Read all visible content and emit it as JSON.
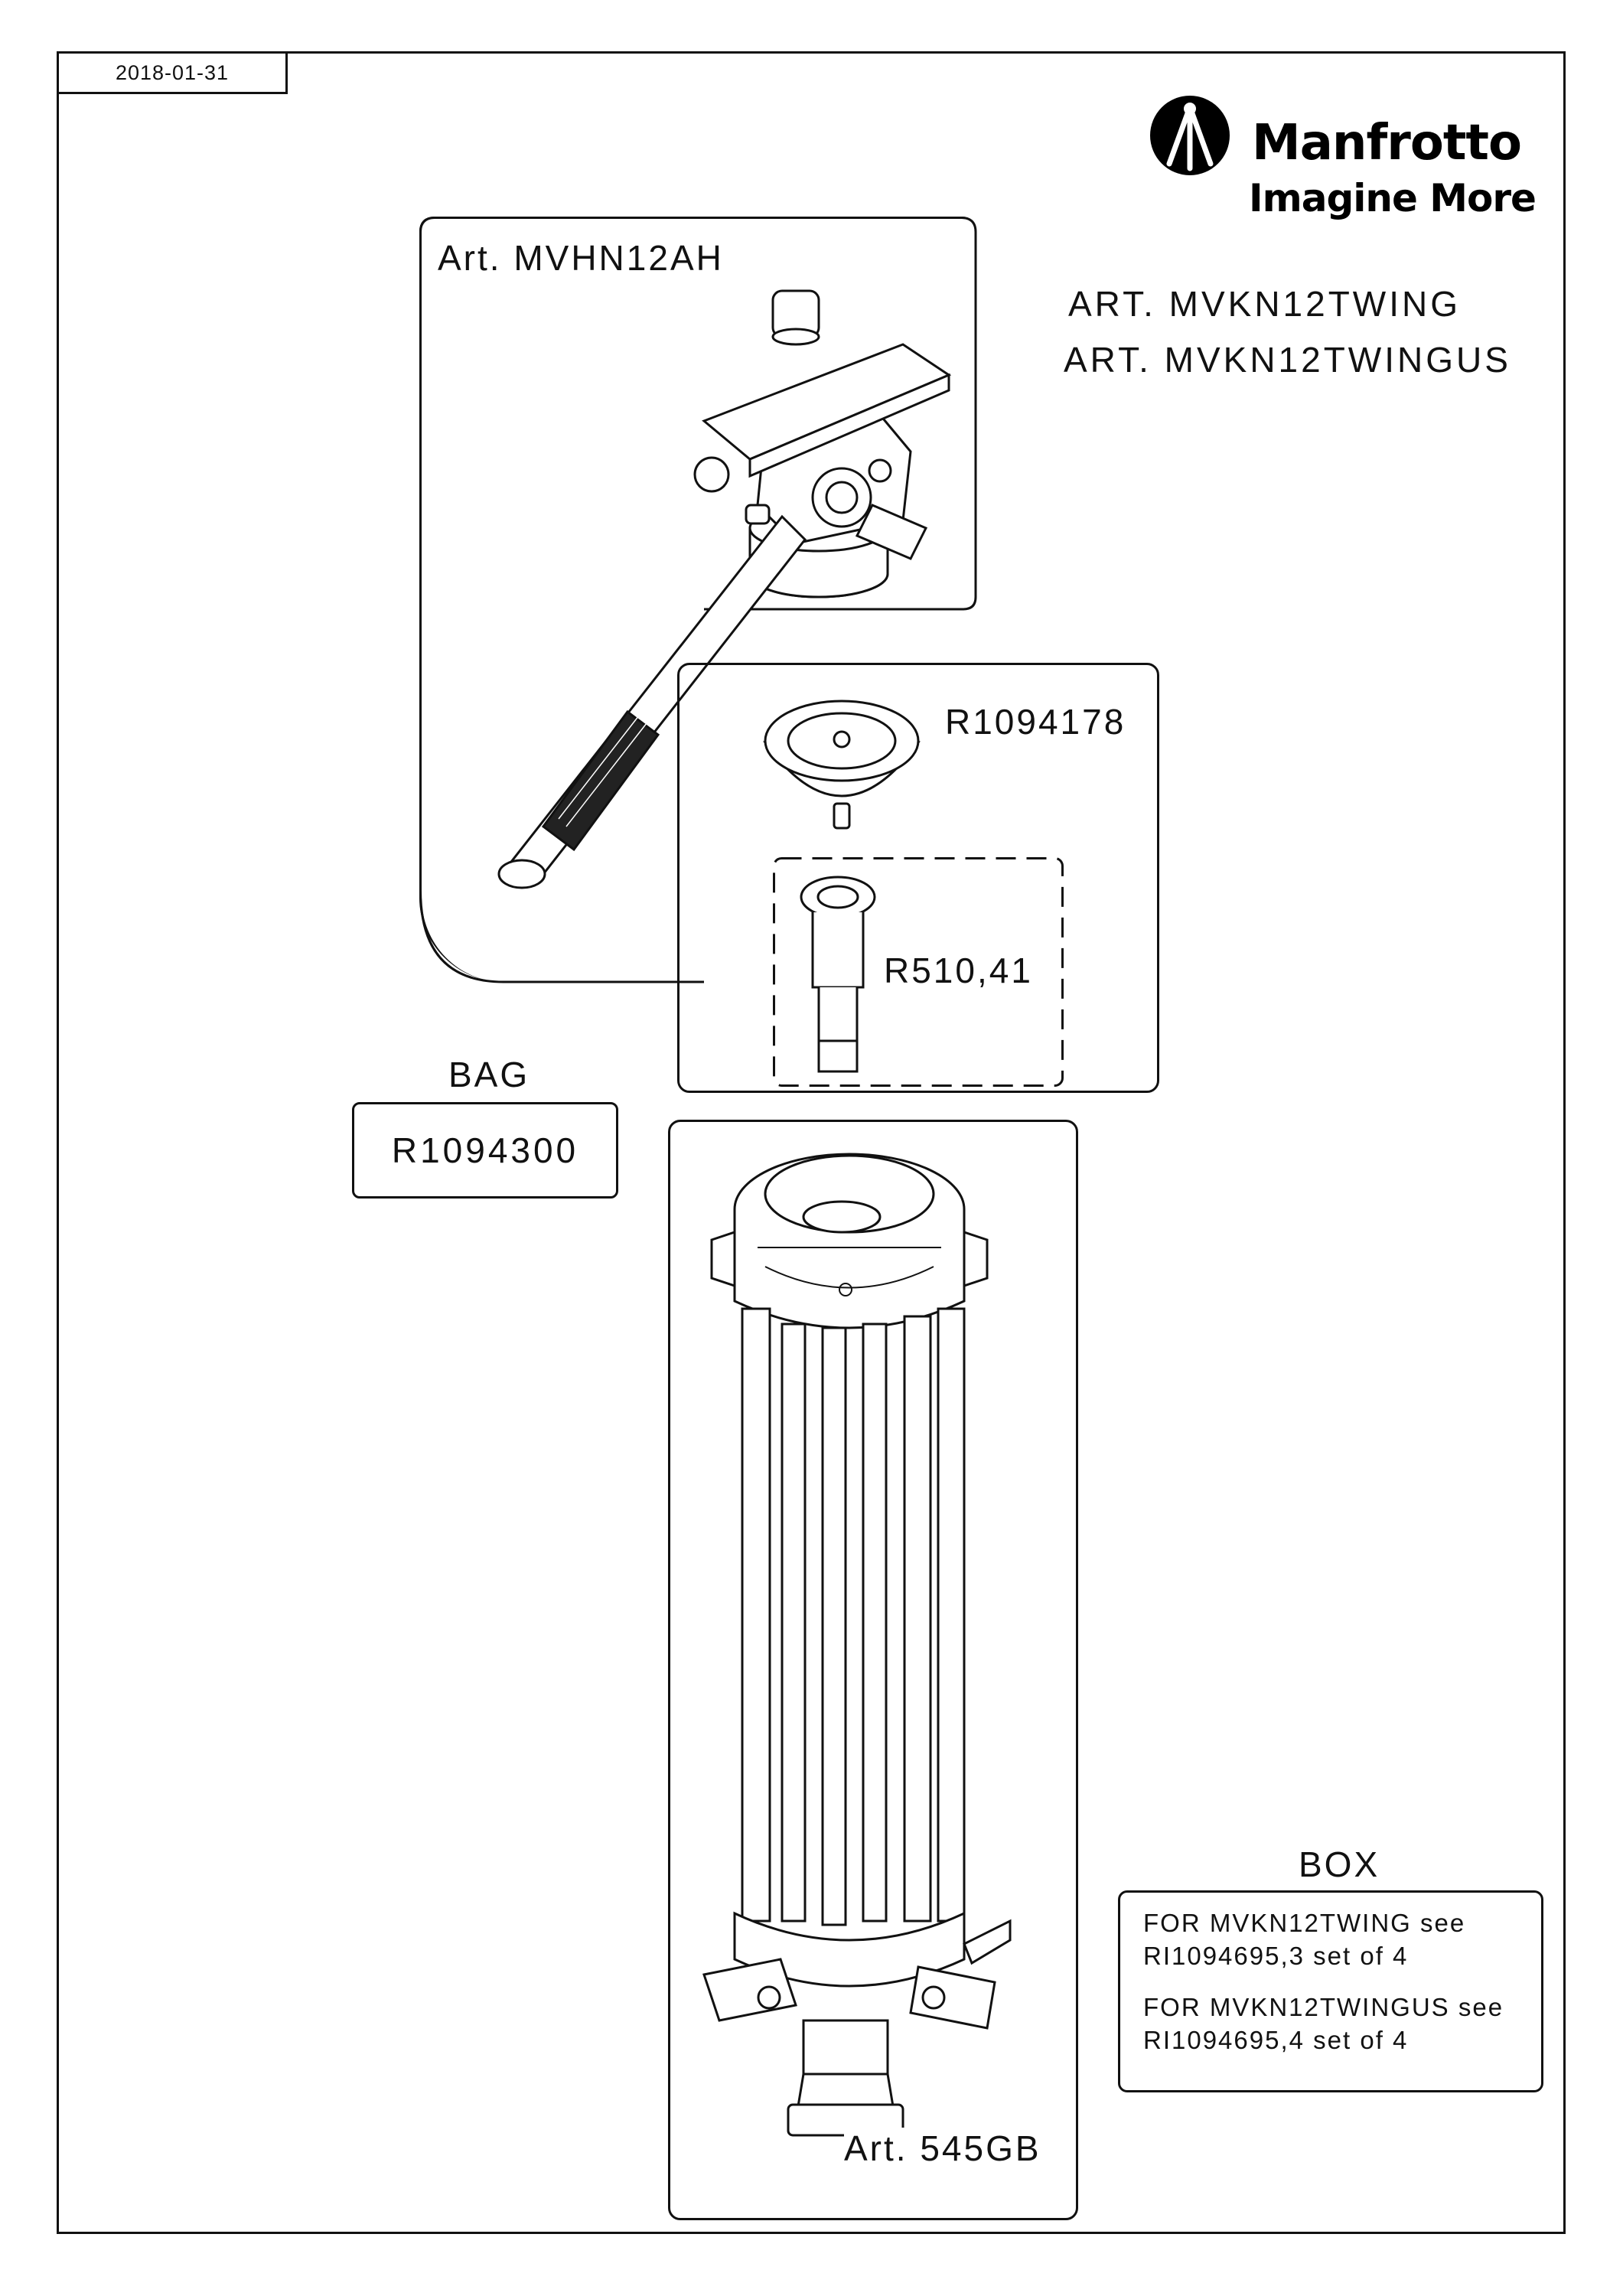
{
  "header": {
    "date": "2018-01-31"
  },
  "brand": {
    "name": "Manfrotto",
    "tagline": "Imagine More"
  },
  "articles": {
    "line1": "ART. MVKN12TWING",
    "line2": "ART. MVKN12TWINGUS"
  },
  "parts": {
    "head_label": "Art. MVHN12AH",
    "adapter_label": "R1094178",
    "spigot_label": "R510,41",
    "tripod_label": "Art. 545GB"
  },
  "bag": {
    "title": "BAG",
    "code": "R1094300"
  },
  "box": {
    "title": "BOX",
    "note1_line1": "FOR MVKN12TWING see",
    "note1_line2": "RI1094695,3 set of 4",
    "note2_line1": "FOR MVKN12TWINGUS see",
    "note2_line2": "RI1094695,4 set of 4"
  }
}
